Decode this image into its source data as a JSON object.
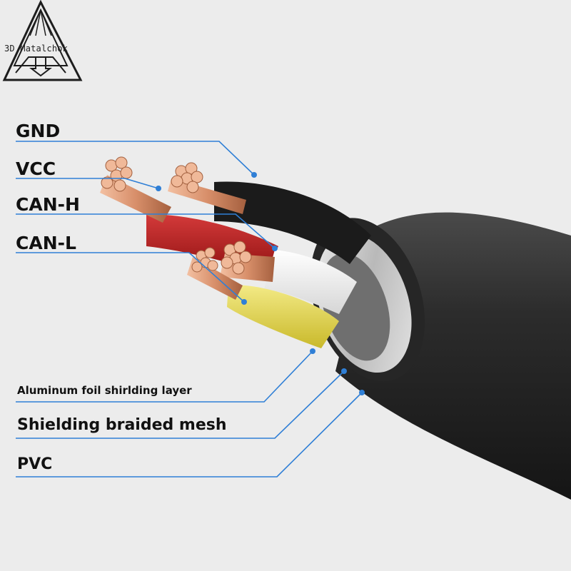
{
  "logo": {
    "text": "3D Matalchok"
  },
  "labels": {
    "gnd": "GND",
    "vcc": "VCC",
    "can_h": "CAN-H",
    "can_l": "CAN-L",
    "foil": "Aluminum foil shirlding layer",
    "mesh": "Shielding braided mesh",
    "pvc": "PVC"
  },
  "colors": {
    "leader_line": "#2f7fd6",
    "jacket": "#2a2a2a",
    "copper": "#d88f6a",
    "red_core": "#b51c1c",
    "white_core": "#f4f4f4",
    "yellow_core": "#e6d84a",
    "black_core": "#1b1b1b"
  }
}
